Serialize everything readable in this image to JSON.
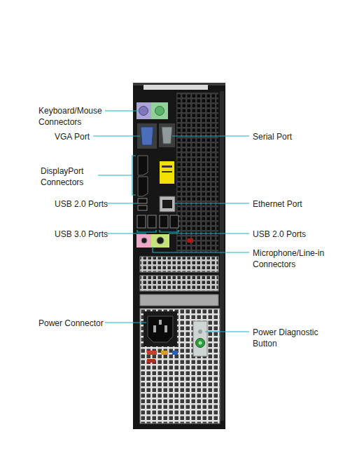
{
  "diagram": {
    "labels": [
      "Keyboard/Mouse Connectors",
      "VGA Port",
      "Serial Port",
      "DisplayPort Connectors",
      "USB 2.0 Ports",
      "Ethernet Port",
      "USB 3.0 Ports",
      "USB 2.0 Ports",
      "Microphone/Line-in Connectors",
      "Power Connector",
      "Power Diagnostic Button"
    ]
  }
}
